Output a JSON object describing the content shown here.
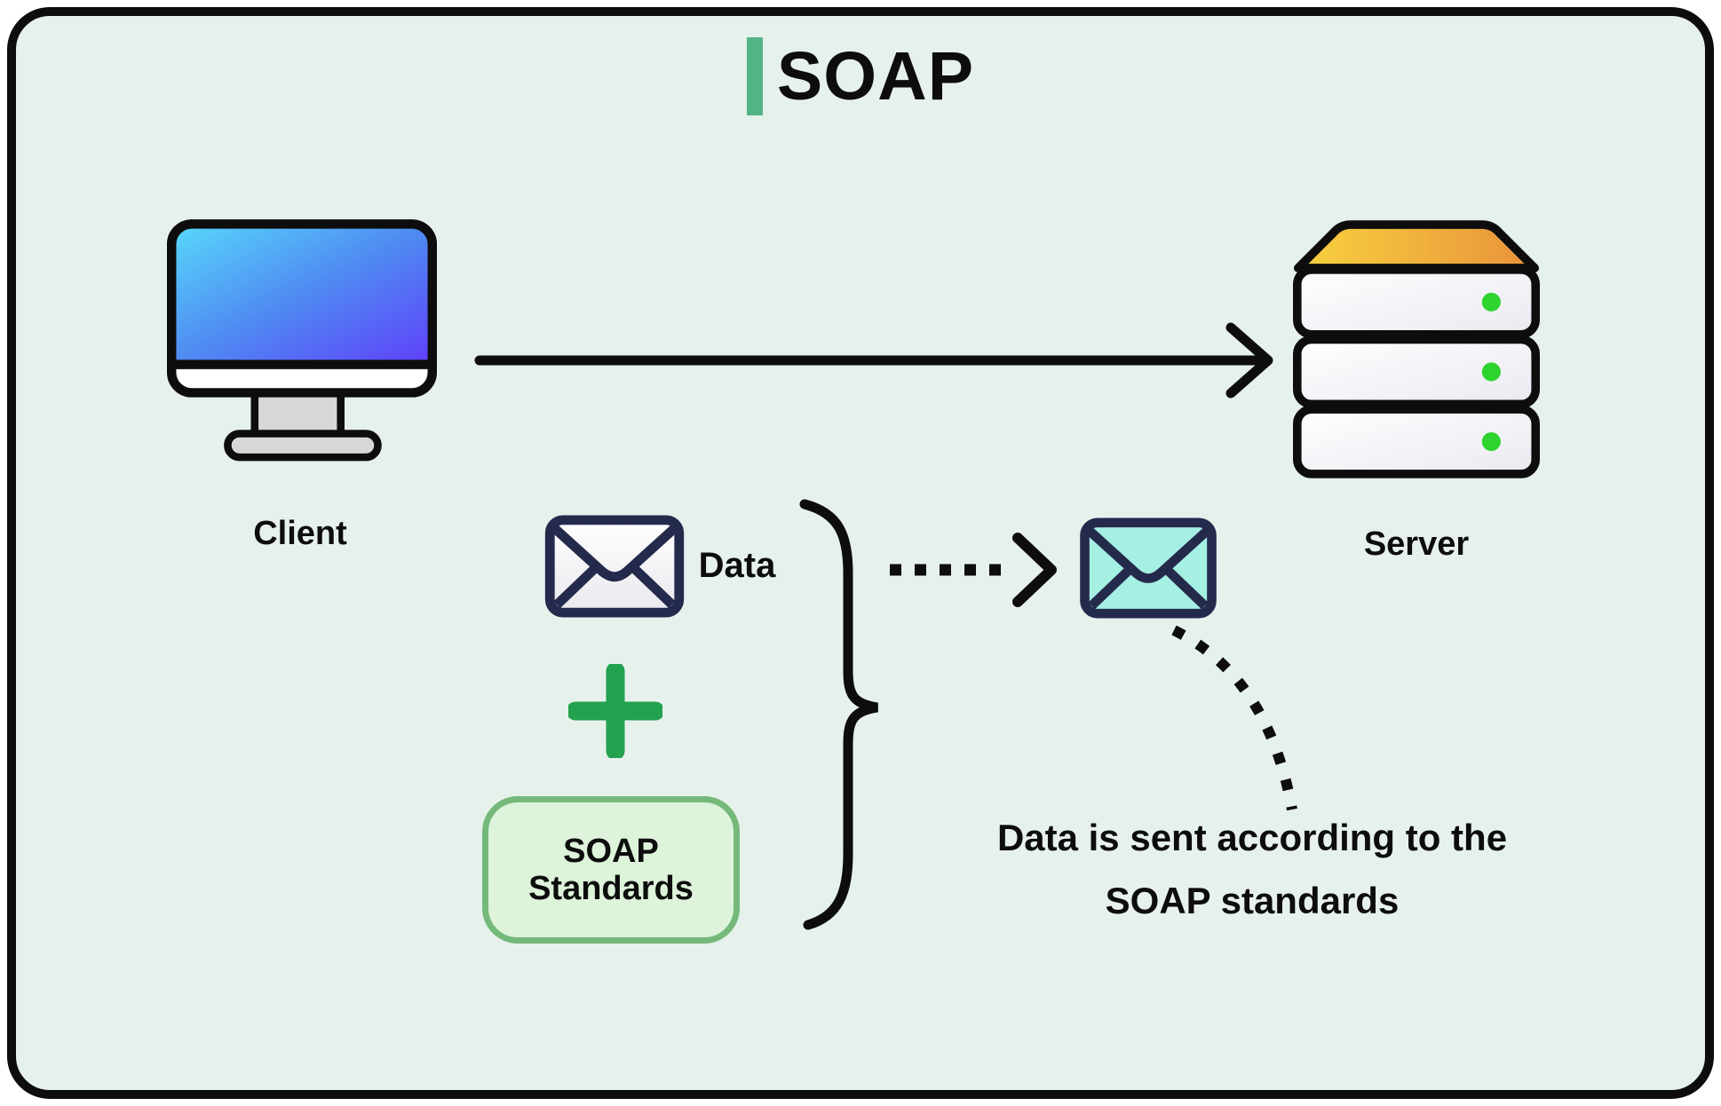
{
  "title": {
    "label": "SOAP"
  },
  "client": {
    "label": "Client"
  },
  "server": {
    "label": "Server"
  },
  "payload": {
    "data_label": "Data",
    "box_line1": "SOAP",
    "box_line2": "Standards"
  },
  "caption": {
    "line1": "Data is sent according to the",
    "line2": "SOAP standards"
  },
  "icons": {
    "client": "monitor-icon",
    "server": "server-database-icon",
    "data": "envelope-icon",
    "combine": "plus-icon",
    "soap_message": "envelope-icon",
    "grouping": "curly-brace-icon",
    "flow_main": "arrow-right-icon",
    "flow_message": "dashed-arrow-right-icon",
    "flow_caption": "dotted-curve-arrow-icon"
  },
  "colors": {
    "background": "#e7f1ec",
    "outline": "#0d0d0d",
    "accent_green": "#53b483",
    "plus_green": "#22a24e",
    "box_fill": "#ddf3da",
    "box_border": "#74b97a",
    "envelope_outline": "#242a4c",
    "envelope_data_fill": "#ffffff",
    "envelope_soap_fill": "#a5efe3",
    "monitor_gradient_start": "#58d9fb",
    "monitor_gradient_end": "#5f3ffa",
    "server_top_gradient_start": "#f8d23f",
    "server_top_gradient_end": "#e8923a",
    "server_led": "#2ed32e"
  }
}
